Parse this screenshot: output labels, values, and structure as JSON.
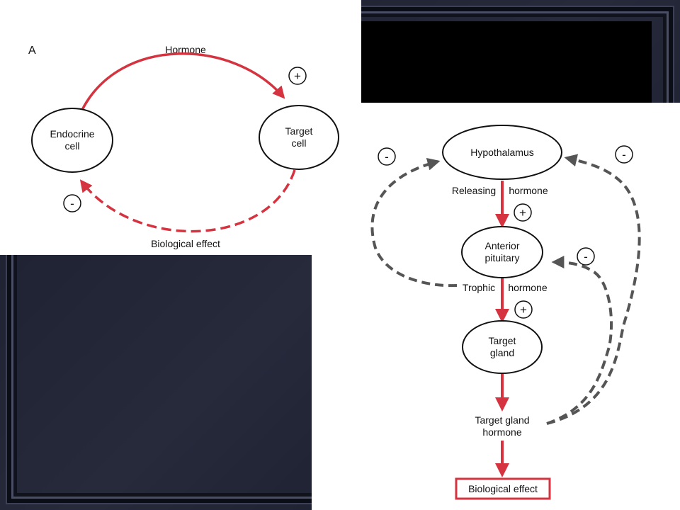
{
  "diagram_a": {
    "panel_label": "A",
    "arrow_top_label": "Hormone",
    "left_node": [
      "Endocrine",
      "cell"
    ],
    "right_node": [
      "Target",
      "cell"
    ],
    "plus_sign": "+",
    "minus_sign": "-",
    "arrow_bottom_label": "Biological effect"
  },
  "diagram_b": {
    "hypothalamus": "Hypothalamus",
    "releasing_label": [
      "Releasing",
      "hormone"
    ],
    "anterior_pituitary": [
      "Anterior",
      "pituitary"
    ],
    "trophic_label": [
      "Trophic",
      "hormone"
    ],
    "target_gland": [
      "Target",
      "gland"
    ],
    "target_gland_hormone": [
      "Target gland",
      "hormone"
    ],
    "biological_effect": "Biological effect",
    "plus_sign": "+",
    "minus_sign": "-"
  },
  "colors": {
    "stimulatory_red": "#d4333f",
    "inhibitory_gray": "#555555"
  }
}
